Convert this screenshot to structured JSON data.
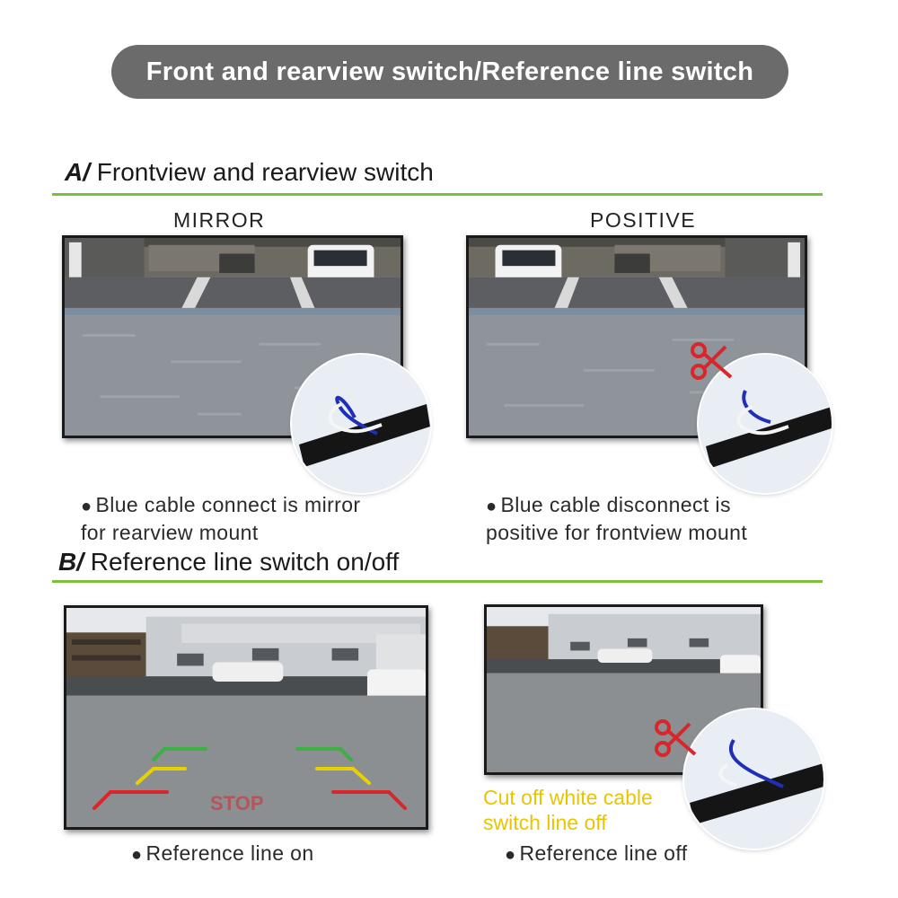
{
  "banner": {
    "title": "Front and rearview switch/Reference line switch"
  },
  "section_a": {
    "letter": "A/",
    "title": "Frontview and rearview switch",
    "left_label": "MIRROR",
    "right_label": "POSITIVE",
    "left_caption_line1": "Blue cable connect is mirror",
    "left_caption_line2": "for rearview mount",
    "right_caption_line1": "Blue cable disconnect is",
    "right_caption_line2": "positive for frontview mount",
    "bullet": "●"
  },
  "section_b": {
    "letter": "B/",
    "title": "Reference line switch on/off",
    "stop_text": "STOP",
    "note_line1": "Cut off white cable",
    "note_line2": "switch line off",
    "left_caption": "Reference line on",
    "right_caption": "Reference line off",
    "bullet": "●"
  },
  "colors": {
    "banner_bg": "#6b6b6b",
    "rule": "#7cbf3a",
    "note": "#e8c500",
    "line_green": "#3cb043",
    "line_yellow": "#e6d200",
    "line_red": "#d8262b",
    "cable_blue": "#1f2fb8"
  },
  "icons": [
    "scissors-icon",
    "cable-closeup-icon",
    "bullet-icon"
  ]
}
